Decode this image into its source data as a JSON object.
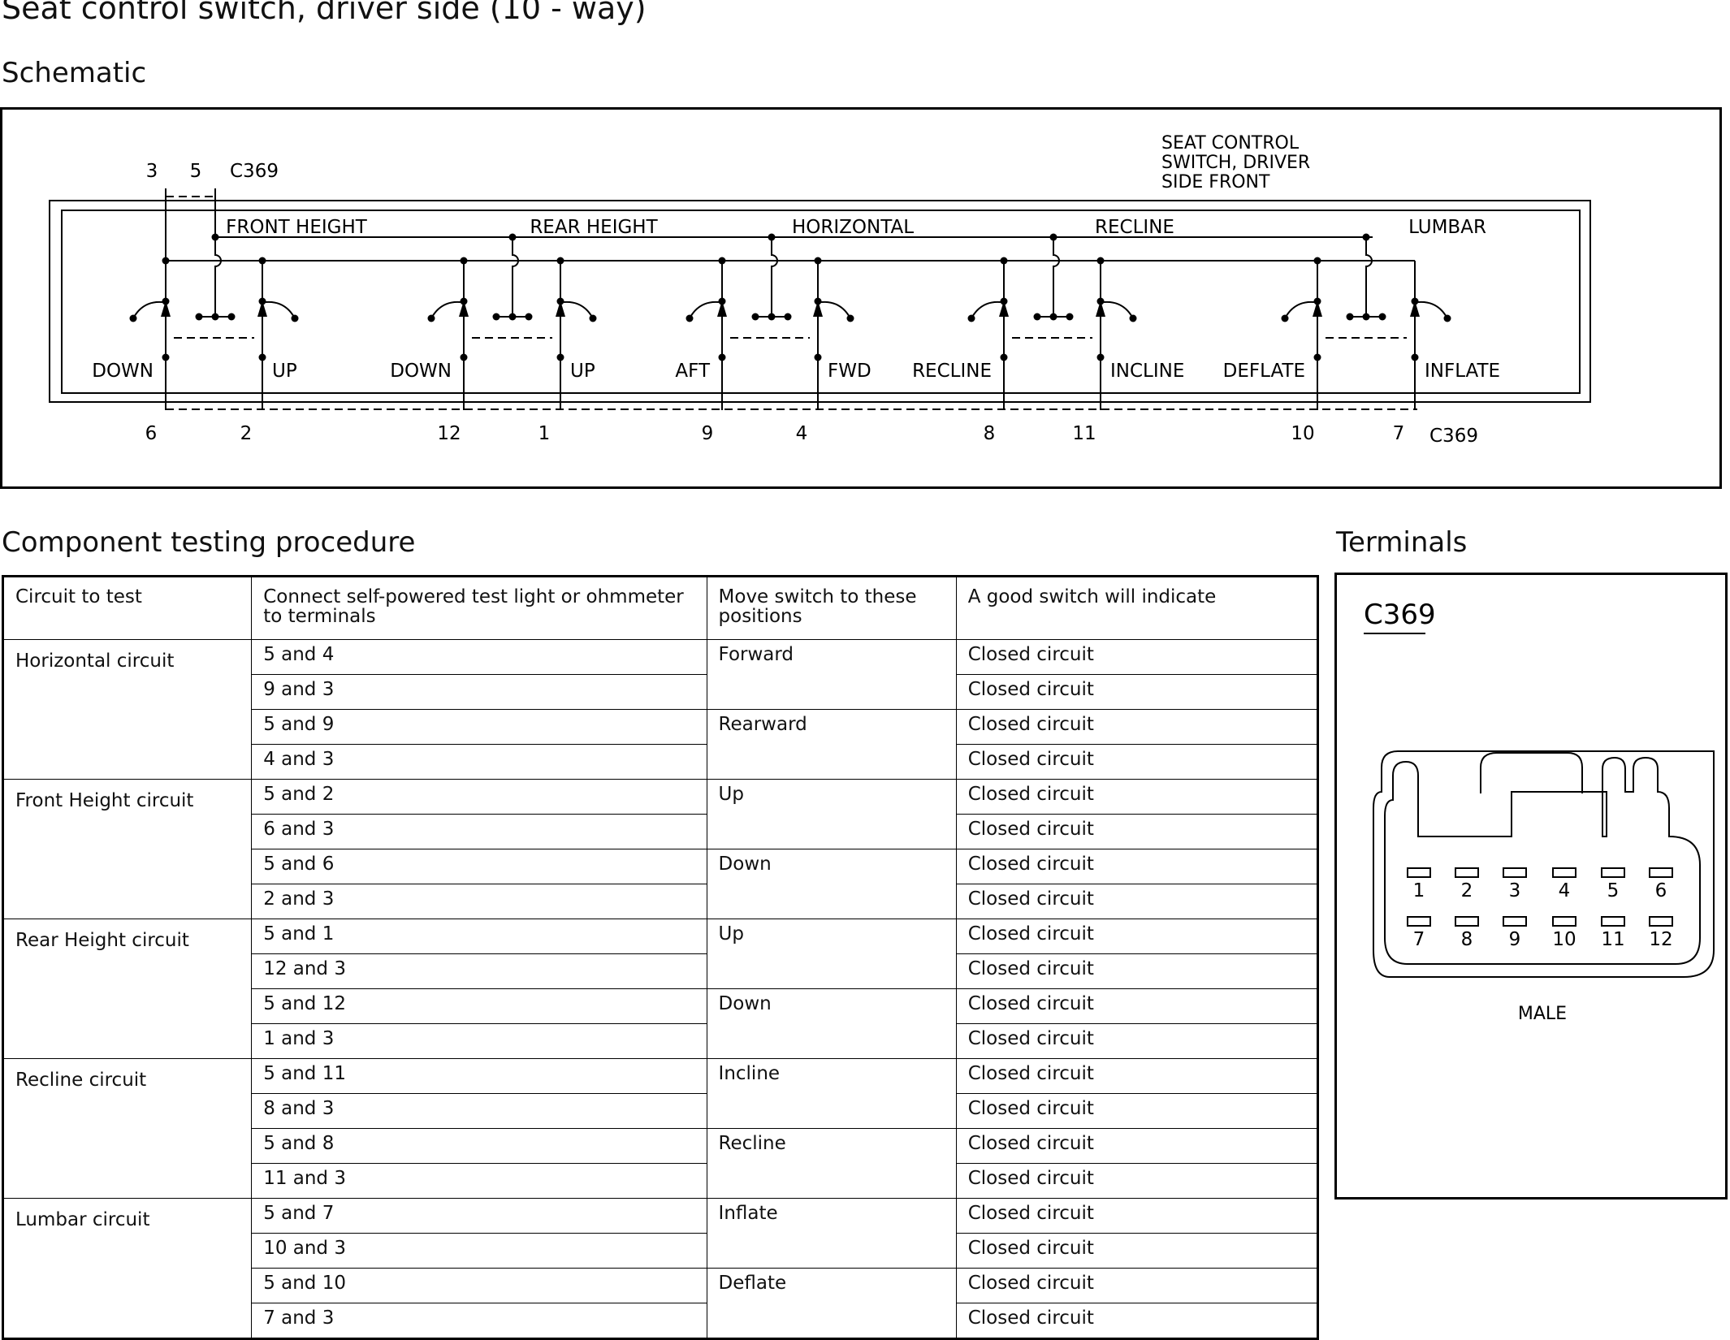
{
  "title": "Seat control switch, driver side (10 - way)",
  "schematic": {
    "heading": "Schematic",
    "device_label": [
      "SEAT CONTROL",
      "SWITCH, DRIVER",
      "SIDE FRONT"
    ],
    "top_pins": [
      "3",
      "5"
    ],
    "connector": "C369",
    "sections": [
      {
        "name": "FRONT HEIGHT",
        "left_label": "DOWN",
        "right_label": "UP",
        "left_pin": "6",
        "right_pin": "2"
      },
      {
        "name": "REAR HEIGHT",
        "left_label": "DOWN",
        "right_label": "UP",
        "left_pin": "12",
        "right_pin": "1"
      },
      {
        "name": "HORIZONTAL",
        "left_label": "AFT",
        "right_label": "FWD",
        "left_pin": "9",
        "right_pin": "4"
      },
      {
        "name": "RECLINE",
        "left_label": "RECLINE",
        "right_label": "INCLINE",
        "left_pin": "8",
        "right_pin": "11"
      },
      {
        "name": "LUMBAR",
        "left_label": "DEFLATE",
        "right_label": "INFLATE",
        "left_pin": "10",
        "right_pin": "7"
      }
    ]
  },
  "procedure": {
    "heading": "Component testing procedure",
    "columns": [
      "Circuit to test",
      "Connect self-powered test light or ohmmeter to terminals",
      "Move switch to these positions",
      "A good switch will indicate"
    ],
    "groups": [
      {
        "circuit": "Horizontal circuit",
        "positions": [
          {
            "position": "Forward",
            "tests": [
              {
                "terminals": "5 and 4",
                "result": "Closed circuit"
              },
              {
                "terminals": "9 and 3",
                "result": "Closed circuit"
              }
            ]
          },
          {
            "position": "Rearward",
            "tests": [
              {
                "terminals": "5 and 9",
                "result": "Closed circuit"
              },
              {
                "terminals": "4 and 3",
                "result": "Closed circuit"
              }
            ]
          }
        ]
      },
      {
        "circuit": "Front Height circuit",
        "positions": [
          {
            "position": "Up",
            "tests": [
              {
                "terminals": "5 and 2",
                "result": "Closed circuit"
              },
              {
                "terminals": "6 and 3",
                "result": "Closed circuit"
              }
            ]
          },
          {
            "position": "Down",
            "tests": [
              {
                "terminals": "5 and 6",
                "result": "Closed circuit"
              },
              {
                "terminals": "2 and 3",
                "result": "Closed circuit"
              }
            ]
          }
        ]
      },
      {
        "circuit": "Rear Height circuit",
        "positions": [
          {
            "position": "Up",
            "tests": [
              {
                "terminals": "5 and 1",
                "result": "Closed circuit"
              },
              {
                "terminals": "12 and 3",
                "result": "Closed circuit"
              }
            ]
          },
          {
            "position": "Down",
            "tests": [
              {
                "terminals": "5 and 12",
                "result": "Closed circuit"
              },
              {
                "terminals": "1 and 3",
                "result": "Closed circuit"
              }
            ]
          }
        ]
      },
      {
        "circuit": "Recline circuit",
        "positions": [
          {
            "position": "Incline",
            "tests": [
              {
                "terminals": "5 and 11",
                "result": "Closed circuit"
              },
              {
                "terminals": "8 and 3",
                "result": "Closed circuit"
              }
            ]
          },
          {
            "position": "Recline",
            "tests": [
              {
                "terminals": "5 and 8",
                "result": "Closed circuit"
              },
              {
                "terminals": "11 and 3",
                "result": "Closed circuit"
              }
            ]
          }
        ]
      },
      {
        "circuit": "Lumbar circuit",
        "positions": [
          {
            "position": "Inflate",
            "tests": [
              {
                "terminals": "5 and 7",
                "result": "Closed circuit"
              },
              {
                "terminals": "10 and 3",
                "result": "Closed circuit"
              }
            ]
          },
          {
            "position": "Deflate",
            "tests": [
              {
                "terminals": "5 and 10",
                "result": "Closed circuit"
              },
              {
                "terminals": "7 and 3",
                "result": "Closed circuit"
              }
            ]
          }
        ]
      }
    ]
  },
  "terminals": {
    "heading": "Terminals",
    "connector": "C369",
    "pins_top": [
      "1",
      "2",
      "3",
      "4",
      "5",
      "6"
    ],
    "pins_bottom": [
      "7",
      "8",
      "9",
      "10",
      "11",
      "12"
    ],
    "gender": "MALE"
  }
}
